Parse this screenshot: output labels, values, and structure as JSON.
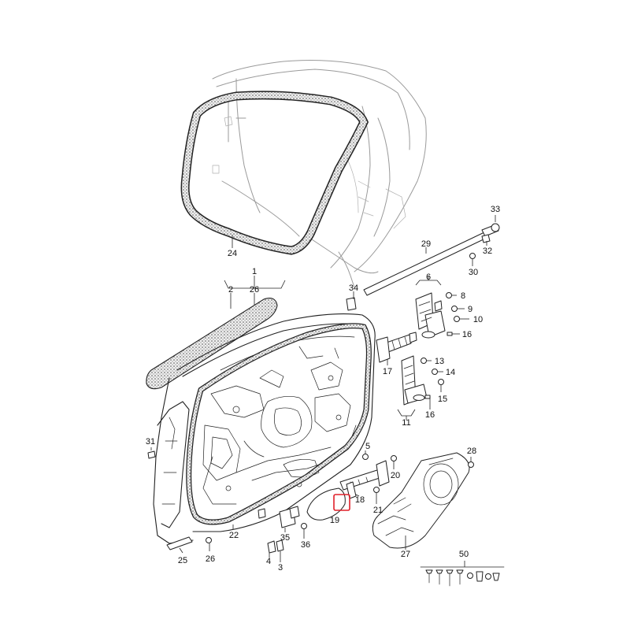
{
  "callouts": [
    {
      "id": "l1",
      "text": "1"
    },
    {
      "id": "l2",
      "text": "2"
    },
    {
      "id": "l3",
      "text": "3"
    },
    {
      "id": "l4",
      "text": "4"
    },
    {
      "id": "l5",
      "text": "5"
    },
    {
      "id": "l6",
      "text": "6"
    },
    {
      "id": "l8",
      "text": "8"
    },
    {
      "id": "l9",
      "text": "9"
    },
    {
      "id": "l10",
      "text": "10"
    },
    {
      "id": "l11",
      "text": "11"
    },
    {
      "id": "l13",
      "text": "13"
    },
    {
      "id": "l14",
      "text": "14"
    },
    {
      "id": "l15",
      "text": "15"
    },
    {
      "id": "l16a",
      "text": "16"
    },
    {
      "id": "l16b",
      "text": "16"
    },
    {
      "id": "l17",
      "text": "17"
    },
    {
      "id": "l18",
      "text": "18"
    },
    {
      "id": "l19",
      "text": "19"
    },
    {
      "id": "l20",
      "text": "20"
    },
    {
      "id": "l21",
      "text": "21"
    },
    {
      "id": "l22",
      "text": "22"
    },
    {
      "id": "l24",
      "text": "24"
    },
    {
      "id": "l25",
      "text": "25"
    },
    {
      "id": "l26a",
      "text": "26"
    },
    {
      "id": "l26b",
      "text": "26"
    },
    {
      "id": "l27",
      "text": "27"
    },
    {
      "id": "l28",
      "text": "28"
    },
    {
      "id": "l29",
      "text": "29"
    },
    {
      "id": "l30",
      "text": "30"
    },
    {
      "id": "l31",
      "text": "31"
    },
    {
      "id": "l32",
      "text": "32"
    },
    {
      "id": "l33",
      "text": "33"
    },
    {
      "id": "l34",
      "text": "34"
    },
    {
      "id": "l35",
      "text": "35"
    },
    {
      "id": "l36",
      "text": "36"
    },
    {
      "id": "l50",
      "text": "50"
    }
  ],
  "highlight": {
    "part": "19",
    "color": "#e0202a"
  },
  "colors": {
    "line": "#222222",
    "body_shell": "#9a9a9a",
    "seal_fill": "#dcdcdc"
  }
}
